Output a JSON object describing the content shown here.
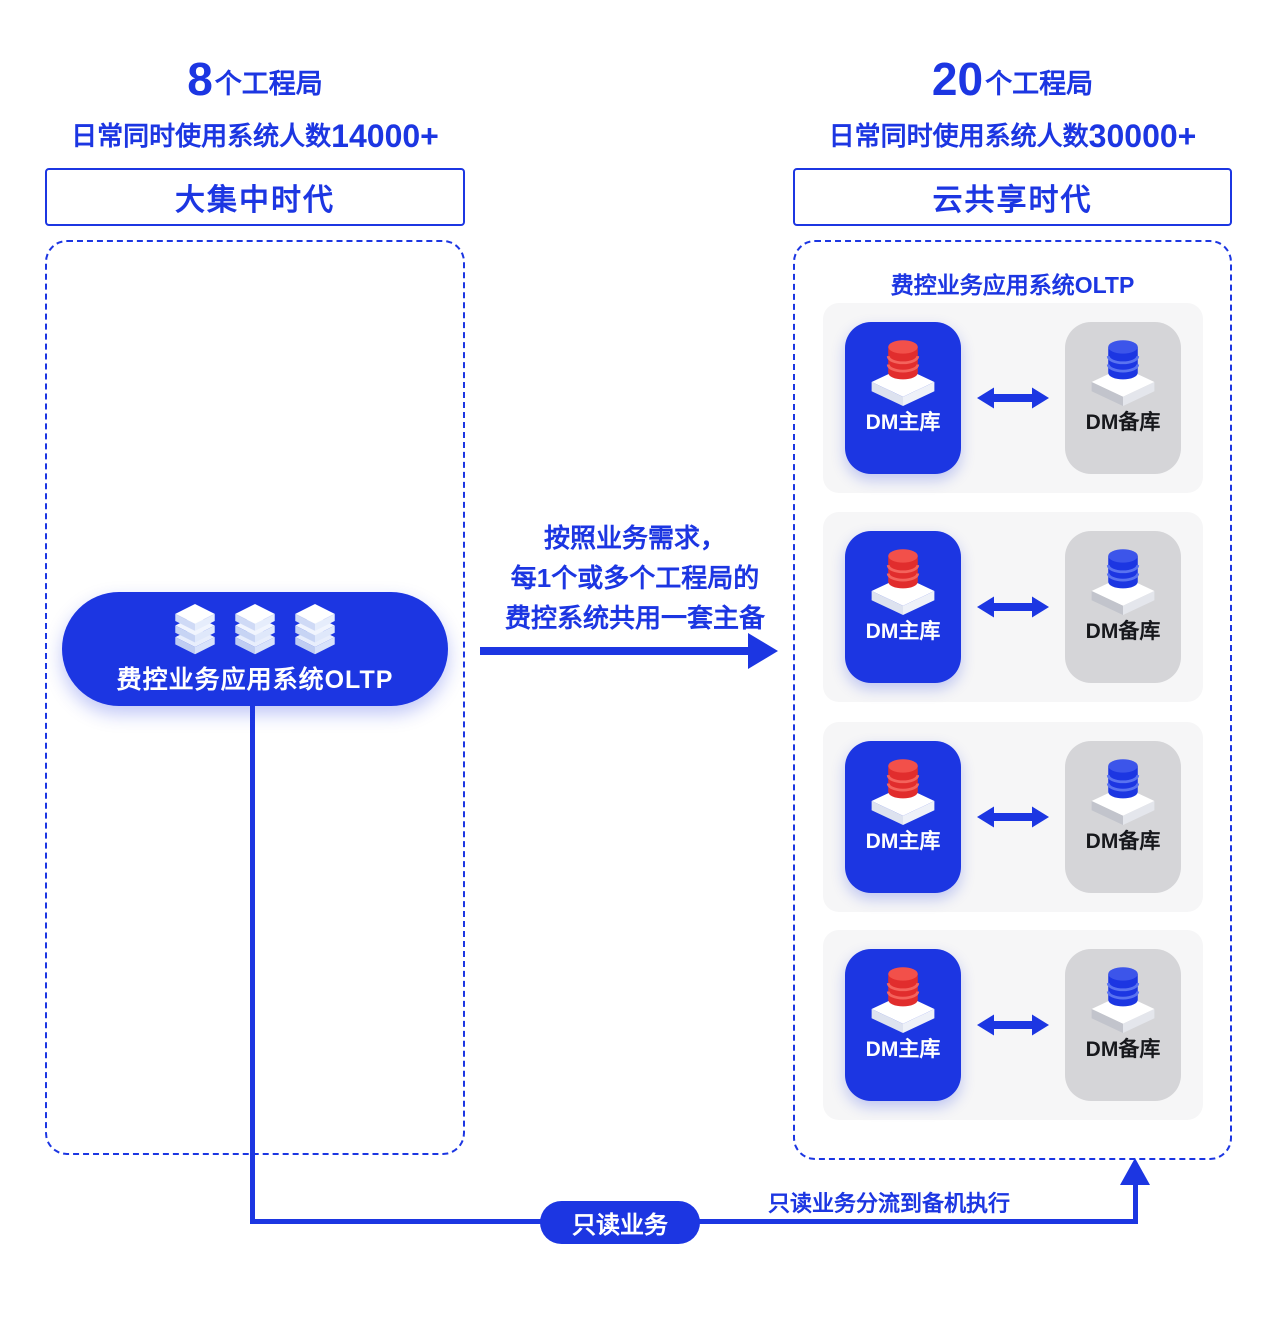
{
  "colors": {
    "primary_blue": "#1c36e2",
    "accent_red": "#e12d2d",
    "panel_gray": "#f6f6f7",
    "tile_gray": "#d5d5d8",
    "dark_text": "#17181c"
  },
  "left": {
    "stat_number": "8",
    "stat_unit": "个工程局",
    "users_prefix": "日常同时使用系统人数",
    "users_number": "14000+",
    "era_title": "大集中时代",
    "system_label": "费控业务应用系统OLTP"
  },
  "right": {
    "stat_number": "20",
    "stat_unit": "个工程局",
    "users_prefix": "日常同时使用系统人数",
    "users_number": "30000+",
    "era_title": "云共享时代",
    "inner_title": "费控业务应用系统OLTP",
    "pairs": [
      {
        "primary_label": "DM主库",
        "standby_label": "DM备库"
      },
      {
        "primary_label": "DM主库",
        "standby_label": "DM备库"
      },
      {
        "primary_label": "DM主库",
        "standby_label": "DM备库"
      },
      {
        "primary_label": "DM主库",
        "standby_label": "DM备库"
      }
    ]
  },
  "middle_note": {
    "line1": "按照业务需求，",
    "line2": "每1个或多个工程局的",
    "line3": "费控系统共用一套主备"
  },
  "bottom": {
    "readonly_badge": "只读业务",
    "flow_note": "只读业务分流到备机执行"
  }
}
